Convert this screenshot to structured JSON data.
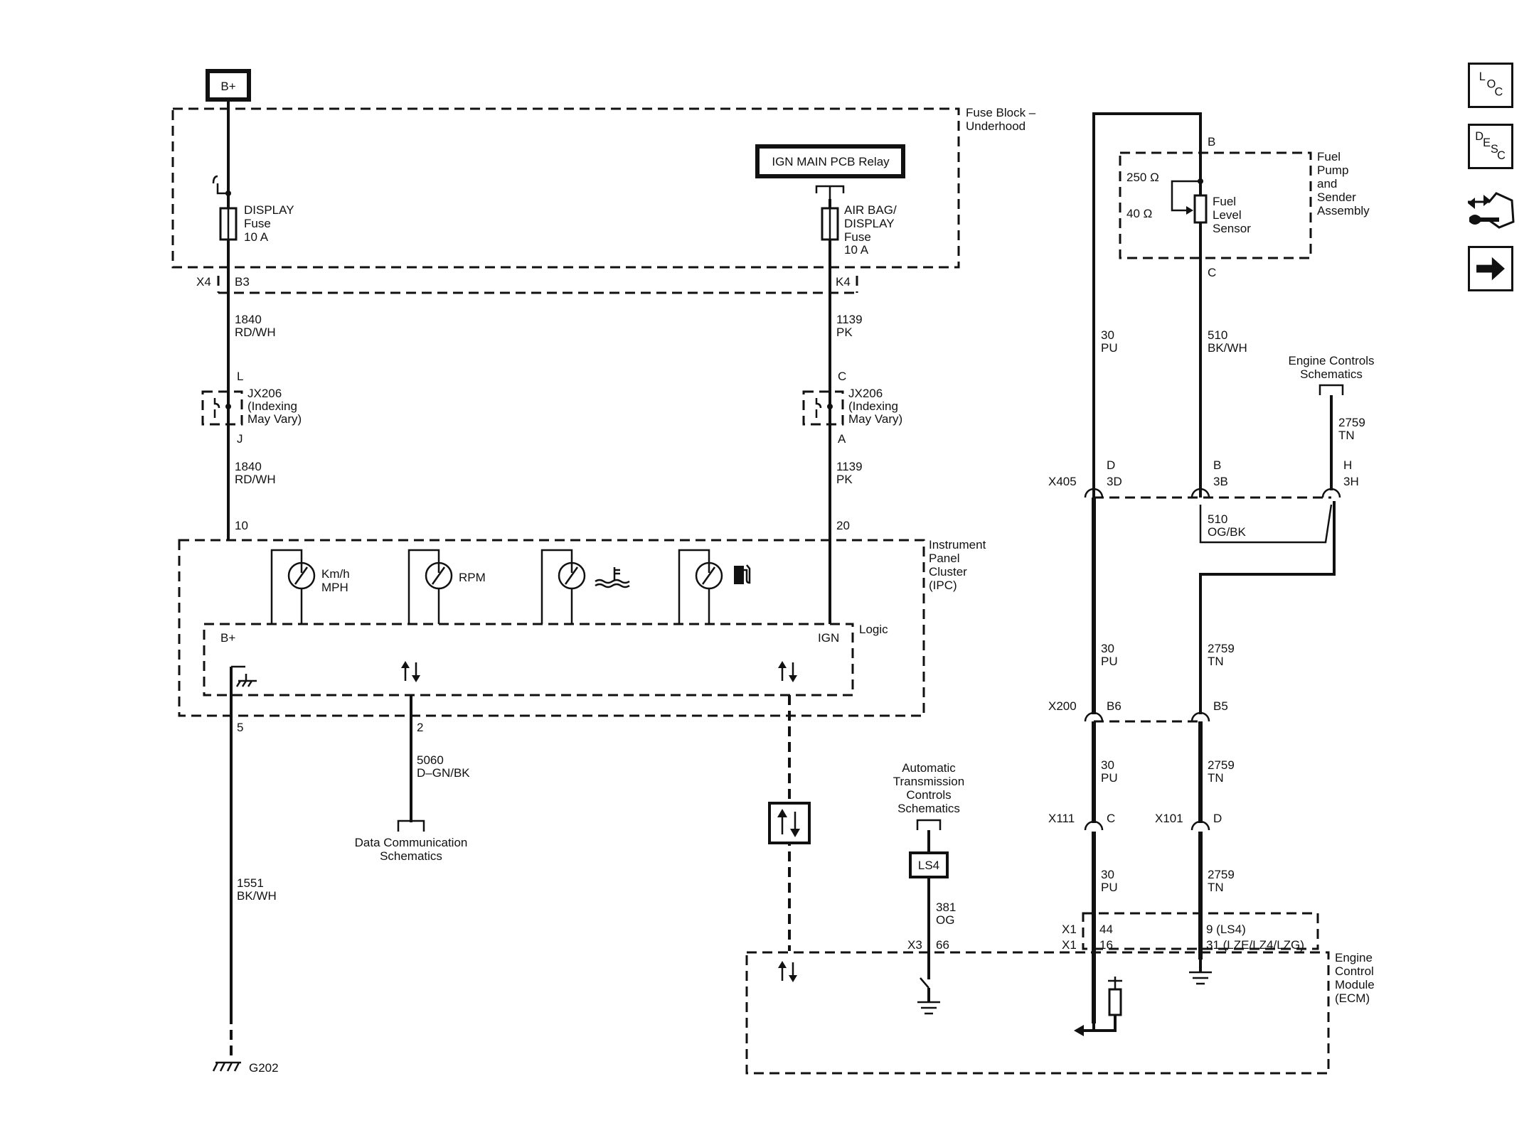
{
  "power": {
    "bplus": "B+"
  },
  "fuse_block": {
    "l1": "Fuse Block –",
    "l2": "Underhood"
  },
  "relay": {
    "label": "IGN MAIN PCB Relay"
  },
  "fuses": {
    "display": {
      "l1": "DISPLAY",
      "l2": "Fuse",
      "l3": "10 A"
    },
    "airbag": {
      "l1": "AIR BAG/",
      "l2": "DISPLAY",
      "l3": "Fuse",
      "l4": "10 A"
    }
  },
  "conn": {
    "x4": "X4",
    "b3": "B3",
    "k4": "K4",
    "jx_l": "L",
    "jx_j": "J",
    "jx_c": "C",
    "jx_a": "A",
    "jx206_l1": "JX206",
    "jx206_l2": "(Indexing",
    "jx206_l3": "May Vary)",
    "p10": "10",
    "p20": "20",
    "p5": "5",
    "p2": "2",
    "x405": "X405",
    "x200": "X200",
    "x111": "X111",
    "x101": "X101",
    "x3": "X3",
    "p66": "66",
    "x1": "X1",
    "p44": "44",
    "p16": "16",
    "p9": "9 (LS4)",
    "p31": "31 (LZE/LZ4/LZG)",
    "d": "D",
    "d3": "3D",
    "b": "B",
    "b3b": "3B",
    "h": "H",
    "h3": "3H",
    "b6": "B6",
    "b5": "B5",
    "c": "C",
    "dd": "D",
    "fp_b": "B",
    "fp_c": "C"
  },
  "wires": {
    "w1840": "1840",
    "rdwh": "RD/WH",
    "w1139": "1139",
    "pk": "PK",
    "w5060": "5060",
    "dgnbk": "D–GN/BK",
    "w1551": "1551",
    "bkwh": "BK/WH",
    "w30": "30",
    "pu": "PU",
    "w510": "510",
    "bkwh2": "BK/WH",
    "w510b": "510",
    "ogbk": "OG/BK",
    "w2759": "2759",
    "tn": "TN",
    "w381": "381",
    "og": "OG"
  },
  "ipc": {
    "l1": "Instrument",
    "l2": "Panel",
    "l3": "Cluster",
    "l4": "(IPC)",
    "logic": "Logic",
    "bplus": "B+",
    "ign": "IGN",
    "kmh": "Km/h",
    "mph": "MPH",
    "rpm": "RPM"
  },
  "refs": {
    "data_comm_l1": "Data Communication",
    "data_comm_l2": "Schematics",
    "engine_l1": "Engine Controls",
    "engine_l2": "Schematics",
    "atc_l1": "Automatic",
    "atc_l2": "Transmission",
    "atc_l3": "Controls",
    "atc_l4": "Schematics",
    "ls4": "LS4"
  },
  "fuel_pump": {
    "l1": "Fuel",
    "l2": "Pump",
    "l3": "and",
    "l4": "Sender",
    "l5": "Assembly",
    "r250": "250 Ω",
    "r40": "40 Ω",
    "s1": "Fuel",
    "s2": "Level",
    "s3": "Sensor"
  },
  "ecm": {
    "l1": "Engine",
    "l2": "Control",
    "l3": "Module",
    "l4": "(ECM)"
  },
  "ground": {
    "g202": "G202"
  },
  "nav": {
    "loc": {
      "a": "L",
      "b": "O",
      "c": "C"
    },
    "desc": {
      "a": "D",
      "b": "E",
      "c": "S",
      "d": "C"
    }
  }
}
